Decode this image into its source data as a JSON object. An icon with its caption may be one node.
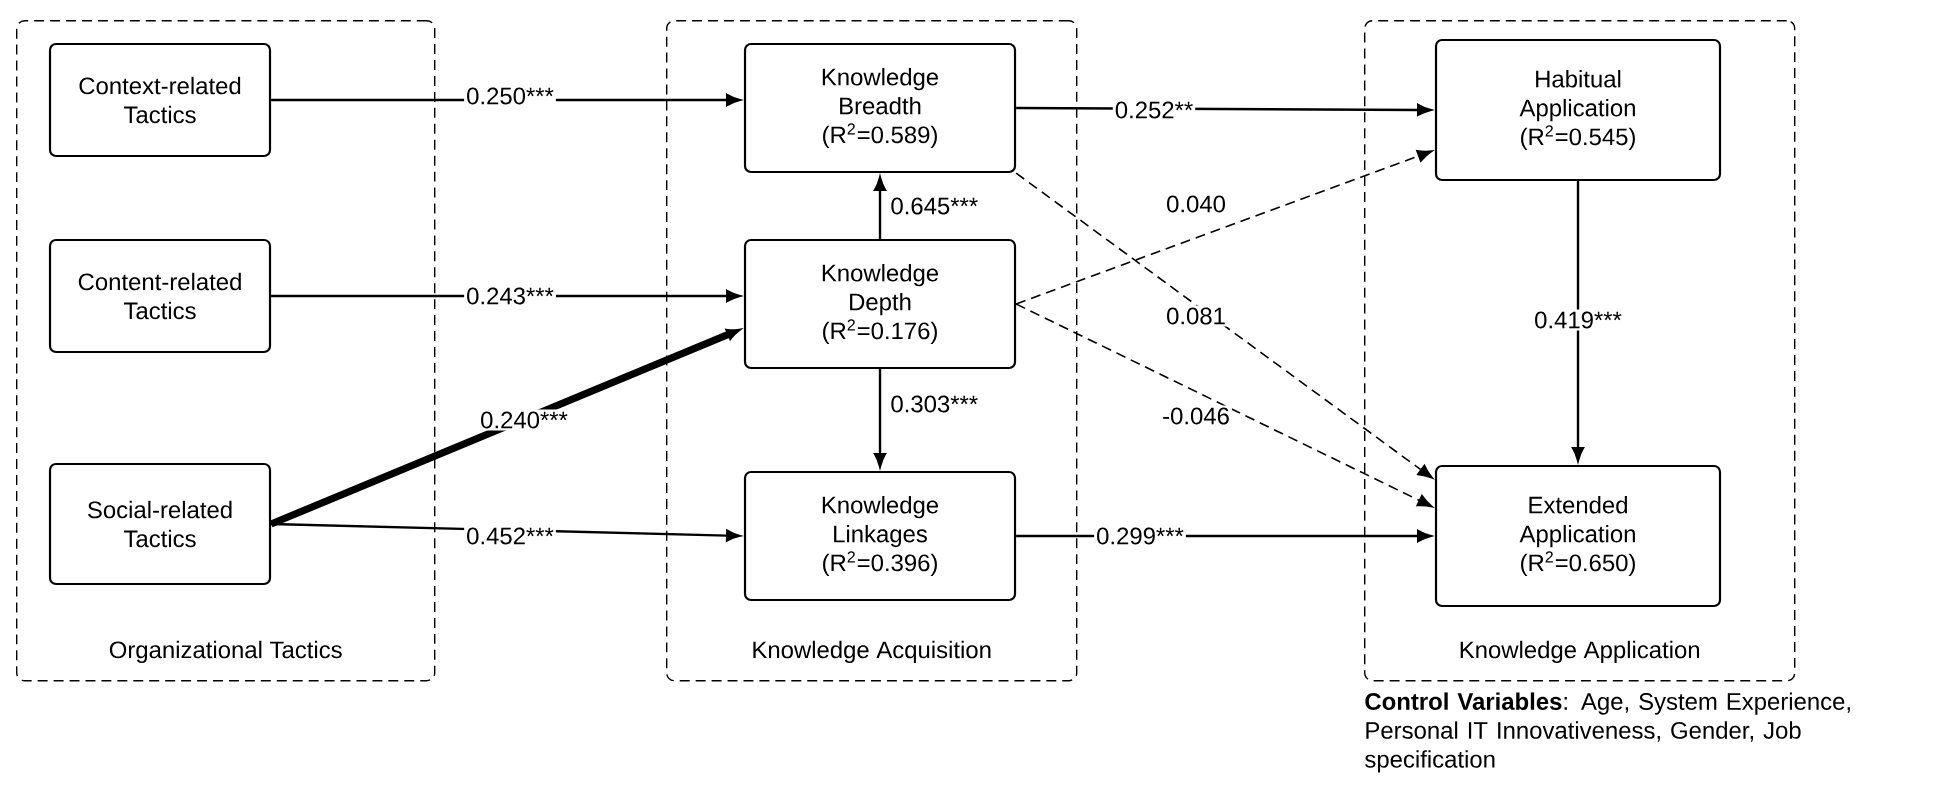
{
  "diagram": {
    "nodes": [
      {
        "text": [
          "Organizational Tactics"
        ]
      },
      {
        "text": [
          "Context-related Tactics"
        ],
        "in": 0
      },
      {
        "text": [
          "Content-related Tactics"
        ],
        "in": 0
      },
      {
        "text": [
          "Social-related Tactics"
        ],
        "in": 0
      },
      {
        "text": [
          "Knowledge Acquisition"
        ]
      },
      {
        "text": [
          "Knowledge Breadth",
          "(R$^{2}$=0.589)"
        ],
        "in": 4
      },
      {
        "text": [
          "Knowledge Depth",
          "(R$^{2}$=0.176)"
        ],
        "in": 4
      },
      {
        "text": [
          "Knowledge Linkages",
          "(R$^{2}$=0.396)"
        ],
        "in": 4
      },
      {
        "text": [
          "Knowledge Application"
        ]
      },
      {
        "text": [
          "Habitual Application",
          "(R$^{2}$=0.545)"
        ],
        "in": 8
      },
      {
        "text": [
          "Extended Application",
          "(R$^{2}$=0.650)"
        ],
        "in": 8
      }
    ],
    "edges": [
      {
        "from": 1,
        "to": 5,
        "arrow": "to",
        "label": "0.250***"
      },
      {
        "from": 2,
        "to": 6,
        "arrow": "to",
        "label": "0.243***"
      },
      {
        "from": 3,
        "to": 6,
        "arrow": "to",
        "label": "0.240***",
        "style": "thick"
      },
      {
        "from": 3,
        "to": 7,
        "arrow": "to",
        "label": "0.452***"
      },
      {
        "from": 6,
        "to": 5,
        "arrow": "to",
        "label": "0.645***"
      },
      {
        "from": 6,
        "to": 7,
        "arrow": "to",
        "label": "0.303***"
      },
      {
        "from": 5,
        "to": 9,
        "arrow": "to",
        "label": "0.252**"
      },
      {
        "from": 6,
        "to": 9,
        "arrow": "to",
        "label": "0.040",
        "style": "dashed"
      },
      {
        "from": 5,
        "to": 10,
        "arrow": "to",
        "label": "0.081",
        "style": "dashed"
      },
      {
        "from": 6,
        "to": 10,
        "arrow": "to",
        "label": "-0.046",
        "style": "dashed"
      },
      {
        "from": 7,
        "to": 10,
        "arrow": "to",
        "label": "0.299***"
      },
      {
        "from": 9,
        "to": 10,
        "arrow": "to",
        "label": "0.419***"
      }
    ],
    "labels": [
      "**Control Variables**: Age, System Experience, Personal IT Innovativeness, Gender, Job specification"
    ]
  }
}
